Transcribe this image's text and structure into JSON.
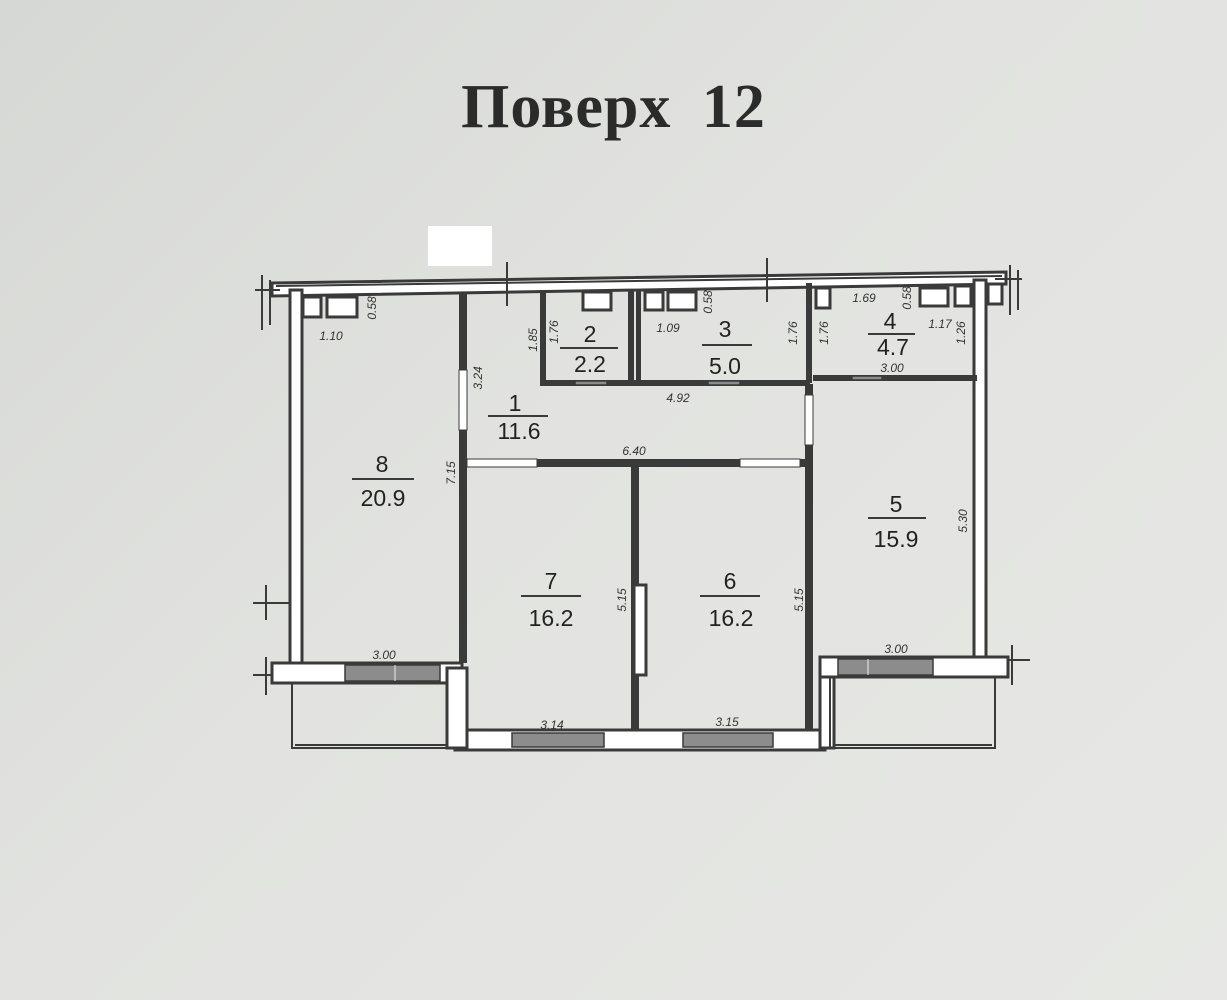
{
  "title": "Поверх 12",
  "rooms": [
    {
      "number": "1",
      "area": "11.6"
    },
    {
      "number": "2",
      "area": "2.2"
    },
    {
      "number": "3",
      "area": "5.0"
    },
    {
      "number": "4",
      "area": "4.7"
    },
    {
      "number": "5",
      "area": "15.9"
    },
    {
      "number": "6",
      "area": "16.2"
    },
    {
      "number": "7",
      "area": "16.2"
    },
    {
      "number": "8",
      "area": "20.9"
    }
  ],
  "dimensions": {
    "d_1_10": "1.10",
    "d_0_58_a": "0.58",
    "d_1_85": "1.85",
    "d_1_76_a": "1.76",
    "d_1_09": "1.09",
    "d_0_58_b": "0.58",
    "d_1_76_b": "1.76",
    "d_1_76_c": "1.76",
    "d_1_69": "1.69",
    "d_0_58_c": "0.58",
    "d_1_17": "1.17",
    "d_1_26": "1.26",
    "d_3_24": "3.24",
    "d_4_92": "4.92",
    "d_3_00_top": "3.00",
    "d_6_40": "6.40",
    "d_7_15": "7.15",
    "d_5_15_a": "5.15",
    "d_5_15_b": "5.15",
    "d_5_30": "5.30",
    "d_3_00_left": "3.00",
    "d_3_00_right": "3.00",
    "d_3_14": "3.14",
    "d_3_15": "3.15"
  }
}
